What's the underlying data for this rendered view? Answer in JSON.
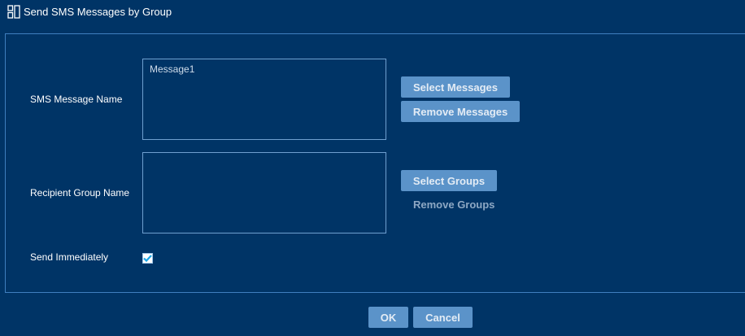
{
  "window": {
    "title": "Send SMS Messages by Group",
    "icon": "layout-panels-icon"
  },
  "form": {
    "message_name_label": "SMS Message Name",
    "messages_list": [
      "Message1"
    ],
    "select_messages_label": "Select Messages",
    "remove_messages_label": "Remove Messages",
    "group_name_label": "Recipient Group Name",
    "groups_list": [],
    "select_groups_label": "Select Groups",
    "remove_groups_label": "Remove Groups",
    "send_immediately_label": "Send Immediately",
    "send_immediately_checked": true
  },
  "footer": {
    "ok_label": "OK",
    "cancel_label": "Cancel"
  },
  "colors": {
    "background": "#003466",
    "button": "#5b93c9",
    "border": "#3f7fbf",
    "check": "#1aa6e6"
  }
}
